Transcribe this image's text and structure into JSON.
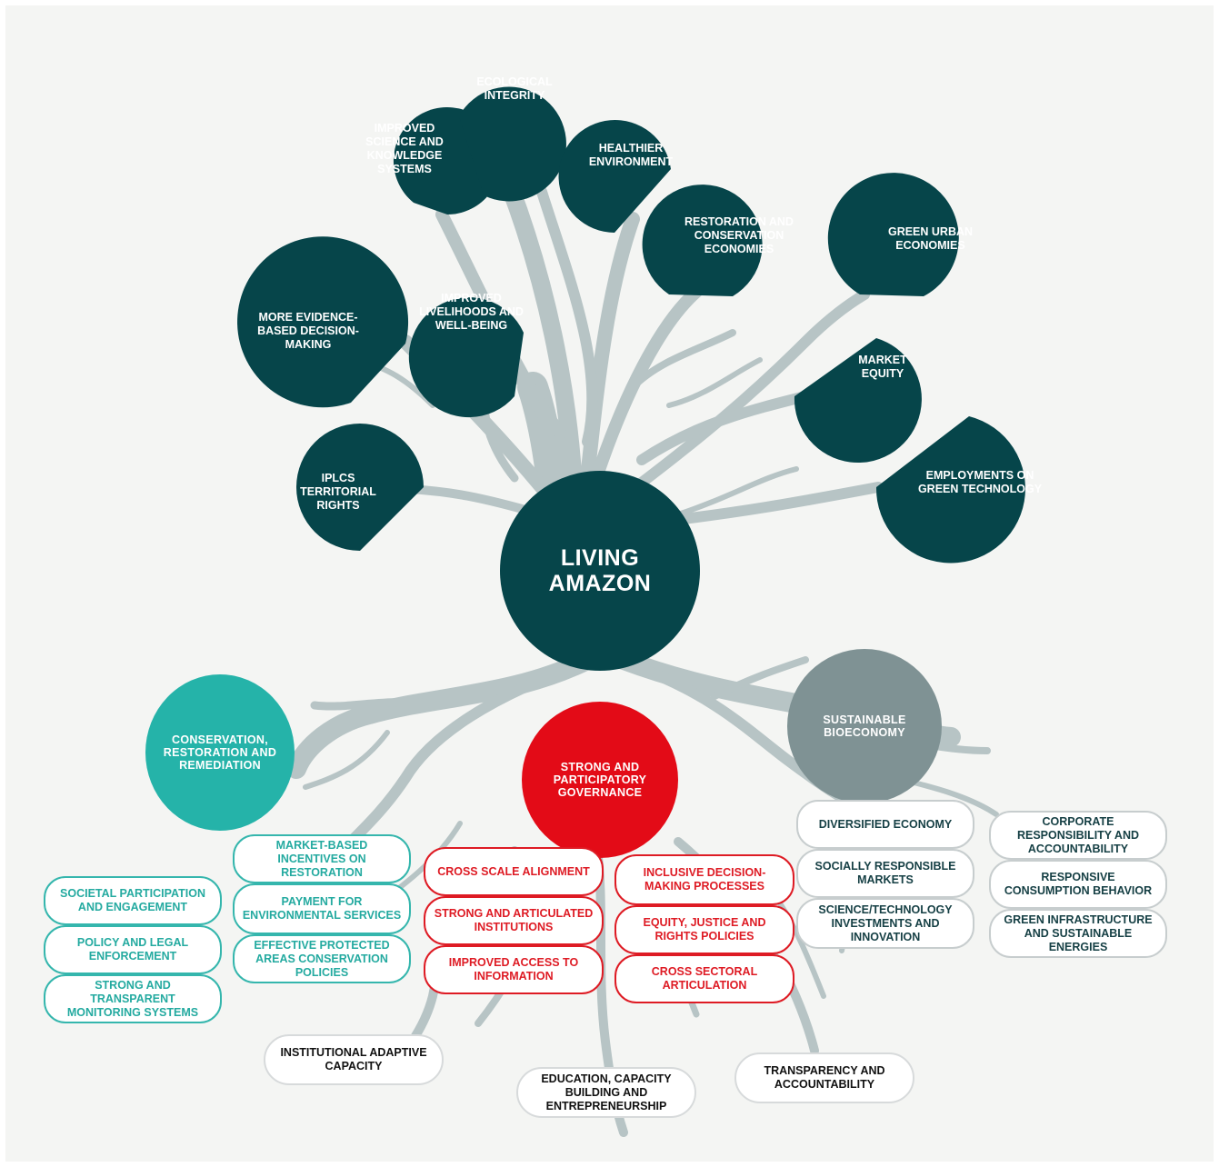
{
  "center": {
    "label_line1": "LIVING",
    "label_line2": "AMAZON"
  },
  "outcomes": [
    "IMPROVED SCIENCE AND KNOWLEDGE SYSTEMS",
    "ECOLOGICAL INTEGRITY",
    "HEALTHIER ENVIRONMENT",
    "RESTORATION AND CONSERVATION ECONOMIES",
    "GREEN URBAN ECONOMIES",
    "MORE EVIDENCE-BASED DECISION-MAKING",
    "IMPROVED LIVELIHOODS AND WELL-BEING",
    "MARKET EQUITY",
    "IPLCs TERRITORIAL RIGHTS",
    "EMPLOYMENTS ON GREEN TECHNOLOGY"
  ],
  "pillars": {
    "conservation": {
      "label": "CONSERVATION, RESTORATION AND REMEDIATION",
      "color": "#25b3a9"
    },
    "governance": {
      "label": "STRONG AND PARTICIPATORY GOVERNANCE",
      "color": "#e30b17"
    },
    "bioeconomy": {
      "label": "SUSTAINABLE BIOECONOMY",
      "color": "#7f9294"
    }
  },
  "conservation_items": [
    "MARKET-BASED INCENTIVES ON RESTORATION",
    "PAYMENT FOR ENVIRONMENTAL SERVICES",
    "EFFECTIVE PROTECTED AREAS CONSERVATION POLICIES",
    "SOCIETAL PARTICIPATION AND ENGAGEMENT",
    "POLICY AND LEGAL ENFORCEMENT",
    "STRONG AND TRANSPARENT MONITORING SYSTEMS"
  ],
  "governance_items": [
    "CROSS SCALE ALIGNMENT",
    "STRONG AND ARTICULATED INSTITUTIONS",
    "IMPROVED ACCESS TO INFORMATION",
    "INCLUSIVE DECISION-MAKING PROCESSES",
    "EQUITY, JUSTICE AND RIGHTS POLICIES",
    "CROSS SECTORAL ARTICULATION"
  ],
  "bioeconomy_items": [
    "DIVERSIFIED ECONOMY",
    "SOCIALLY RESPONSIBLE MARKETS",
    "SCIENCE/TECHNOLOGY INVESTMENTS AND INNOVATION",
    "CORPORATE RESPONSIBILITY AND ACCOUNTABILITY",
    "RESPONSIVE CONSUMPTION BEHAVIOR",
    "GREEN INFRASTRUCTURE AND SUSTAINABLE ENERGIES"
  ],
  "enablers": [
    "INSTITUTIONAL ADAPTIVE CAPACITY",
    "EDUCATION, CAPACITY BUILDING AND ENTREPRENEURSHIP",
    "TRANSPARENCY AND ACCOUNTABILITY"
  ],
  "colors": {
    "leaf": "#06454a",
    "branch": "#b7c4c5",
    "teal": "#25b3a9",
    "red": "#e30b17",
    "grey": "#7f9294"
  }
}
